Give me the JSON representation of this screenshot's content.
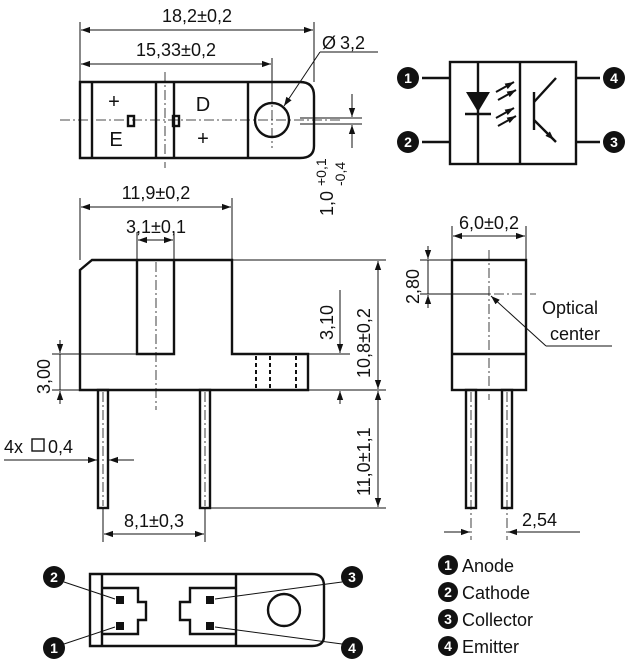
{
  "dimensions": {
    "top_width": "18,2±0,2",
    "top_hole_spacing": "15,33±0,2",
    "hole_diameter": "3,2",
    "tab_thickness_main": "1,0",
    "tab_thickness_tol_plus": "+0,1",
    "tab_thickness_tol_minus": "-0,4",
    "front_width": "11,9±0,2",
    "slot_width": "3,1±0,1",
    "slot_depth": "3,10",
    "body_height": "10,8±0,2",
    "base_height": "3,00",
    "lead_size": "4x",
    "lead_size_value": "0,4",
    "lead_length": "11,0±1,1",
    "lead_spacing": "8,1±0,3",
    "side_width": "6,0±0,2",
    "optical_height": "2,80",
    "side_lead_spacing": "2,54"
  },
  "labels": {
    "optical_center_line1": "Optical",
    "optical_center_line2": "center",
    "diameter_symbol": "Ø",
    "plus": "+",
    "emitter_letter": "E",
    "diode_letter": "D"
  },
  "pins": [
    {
      "number": "1",
      "name": "Anode"
    },
    {
      "number": "2",
      "name": "Cathode"
    },
    {
      "number": "3",
      "name": "Collector"
    },
    {
      "number": "4",
      "name": "Emitter"
    }
  ]
}
